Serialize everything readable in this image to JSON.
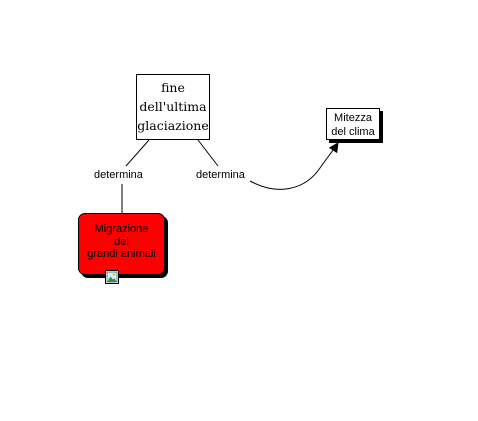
{
  "diagram": {
    "nodes": {
      "fine": {
        "lines": [
          "fine",
          "dell'ultima",
          "glaciazione"
        ]
      },
      "mitezza": {
        "lines": [
          "Mitezza",
          "del clima"
        ]
      },
      "migrazione": {
        "lines": [
          "Migrazione",
          "dei",
          "grandi animali"
        ],
        "fill_color": "#ff0000",
        "resource_icon": "image-icon"
      }
    },
    "links": [
      {
        "from": "fine",
        "to": "migrazione",
        "label": "determina"
      },
      {
        "from": "fine",
        "to": "mitezza",
        "label": "determina"
      }
    ]
  }
}
